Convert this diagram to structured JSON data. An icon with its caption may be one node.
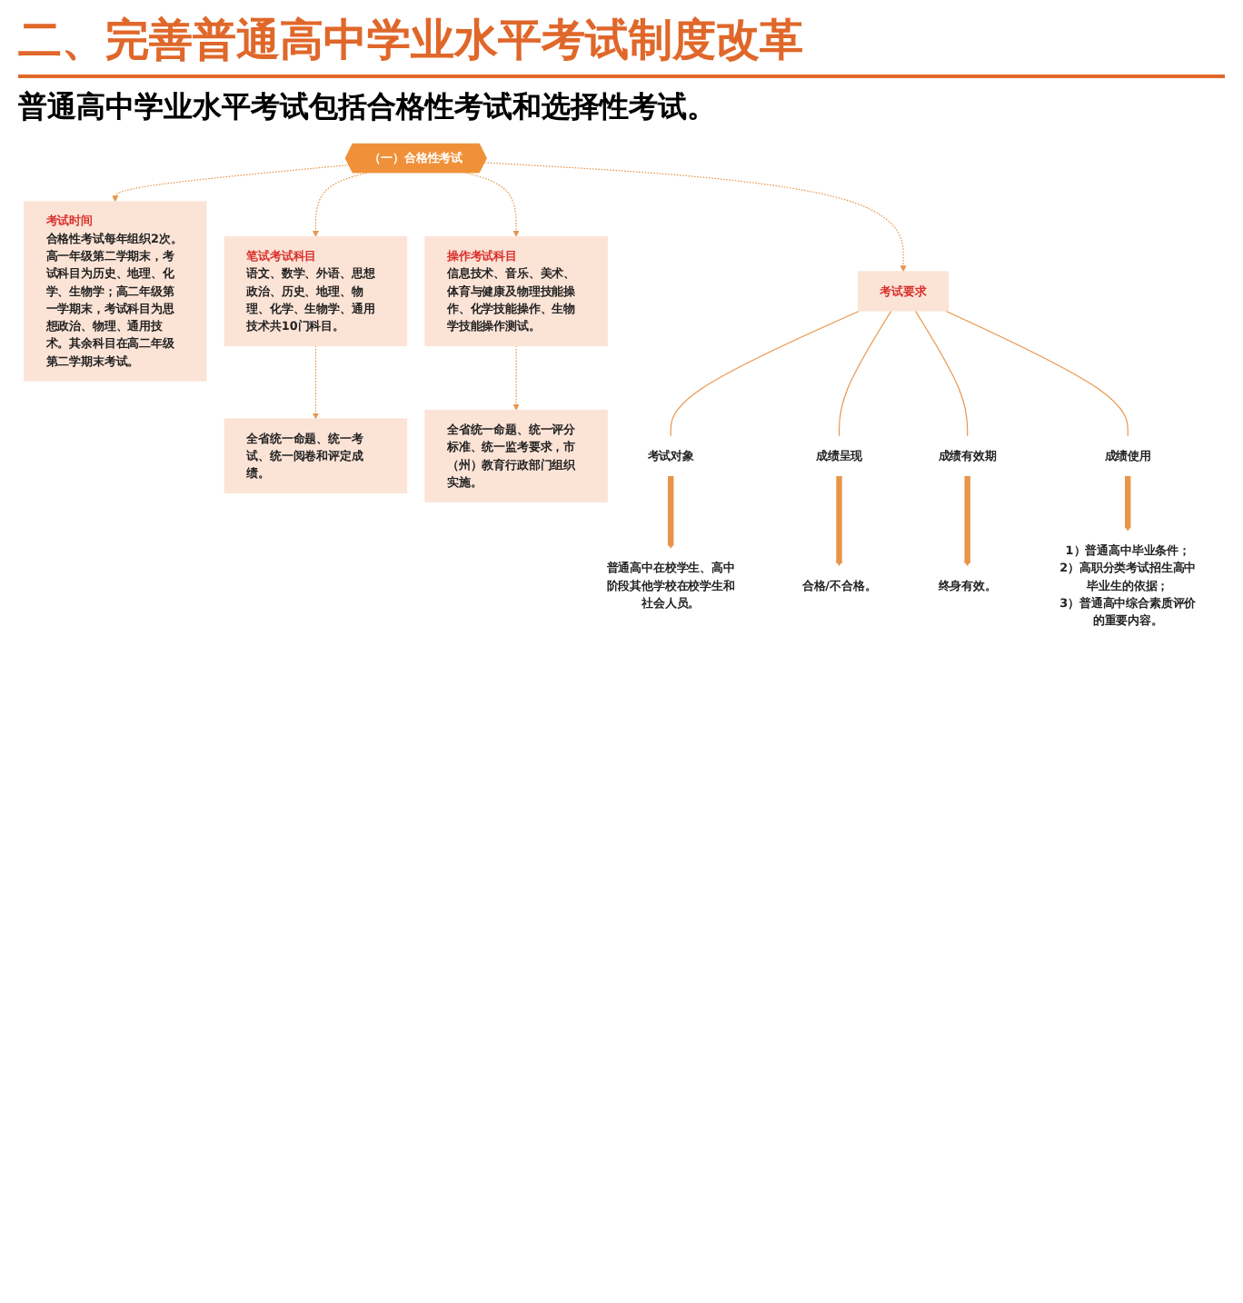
{
  "diagram": {
    "title": "二、完善普通高中学业水平考试制度改革",
    "nodes": [
      {
        "text": [
          "（一）合格性考试"
        ]
      },
      {
        "text": [
          "考试时间",
          "合格性考试每年组织2次。高一年级第二学期末，考试科目为历史、地理、化学、生物学；高二年级第一学期末，考试科目为思想政治、物理、通用技术。其余科目在高二年级第二学期末考试。"
        ]
      },
      {
        "text": [
          "笔试考试科目",
          "语文、数学、外语、思想政治、历史、地理、物理、化学、生物学、通用技术共10门科目。"
        ]
      },
      {
        "text": [
          "操作考试科目",
          "信息技术、音乐、美术、体育与健康及物理技能操作、化学技能操作、生物学技能操作测试。"
        ]
      },
      {
        "text": [
          "考试要求"
        ]
      },
      {
        "text": [
          "全省统一命题、统一考试、统一阅卷和评定成绩。"
        ]
      },
      {
        "text": [
          "全省统一命题、统一评分标准、统一监考要求，市（州）教育行政部门组织实施。"
        ]
      },
      {
        "text": [
          "考试对象"
        ]
      },
      {
        "text": [
          "成绩呈现"
        ]
      },
      {
        "text": [
          "成绩有效期"
        ]
      },
      {
        "text": [
          "成绩使用"
        ]
      },
      {
        "text": [
          "普通高中在校学生、高中阶段其他学校在校学生和社会人员。"
        ]
      },
      {
        "text": [
          "合格/不合格。"
        ]
      },
      {
        "text": [
          "终身有效。"
        ]
      },
      {
        "text": [
          "1）普通高中毕业条件；",
          "2）高职分类考试招生高中毕业生的依据；",
          "3）普通高中综合素质评价的重要内容。"
        ]
      }
    ],
    "edges": [
      {
        "from": 0,
        "to": 1,
        "arrow": "to",
        "style": "dashed"
      },
      {
        "from": 0,
        "to": 2,
        "arrow": "to",
        "style": "dashed"
      },
      {
        "from": 0,
        "to": 4,
        "arrow": "to",
        "style": "dashed"
      },
      {
        "from": 0,
        "to": 3,
        "arrow": "to",
        "style": "dashed"
      },
      {
        "from": 2,
        "to": 5,
        "arrow": "to",
        "style": "dashed"
      },
      {
        "from": 3,
        "to": 6,
        "arrow": "to",
        "style": "dashed"
      },
      {
        "from": 4,
        "to": 7,
        "arrow": "none"
      },
      {
        "from": 4,
        "to": 8,
        "arrow": "none"
      },
      {
        "from": 4,
        "to": 9,
        "arrow": "none"
      },
      {
        "from": 4,
        "to": 10,
        "arrow": "none"
      },
      {
        "from": 7,
        "to": 11,
        "arrow": "to",
        "style": "thick"
      },
      {
        "from": 8,
        "to": 12,
        "arrow": "to",
        "style": "thick"
      },
      {
        "from": 9,
        "to": 13,
        "arrow": "to",
        "style": "thick"
      },
      {
        "from": 10,
        "to": 14,
        "arrow": "to",
        "style": "thick"
      }
    ],
    "labels": [
      "普通高中学业水平考试包括合格性考试和选择性考试。"
    ]
  }
}
